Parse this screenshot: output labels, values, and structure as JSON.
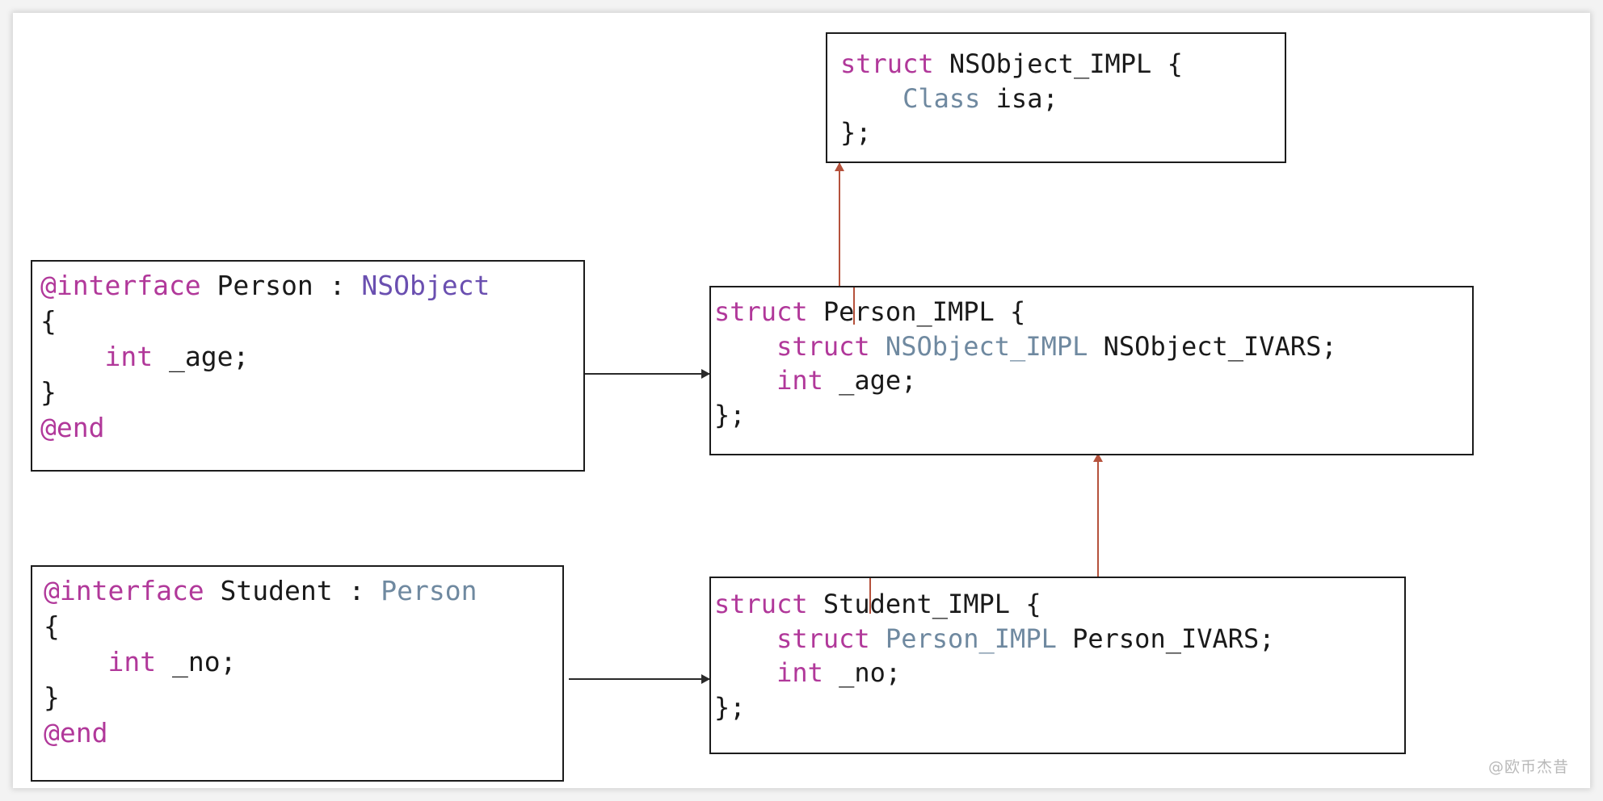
{
  "diagram": {
    "title": "Objective-C class to C struct translation diagram",
    "colors": {
      "keyword": "#b1389a",
      "identifier": "#1a1a1a",
      "type_reference": "#6f89a0",
      "class_name": "#6a4fb0",
      "box_border": "#1c1c1c",
      "inherit_arrow": "#b5523c",
      "translate_arrow": "#2a2a2a",
      "page_background": "#ffffff",
      "watermark": "#b9b9b9"
    },
    "boxes": [
      {
        "id": "nsobject-impl",
        "name": "NSObject_IMPL struct",
        "lines": [
          [
            {
              "t": "struct",
              "c": "kw"
            },
            {
              "t": " NSObject_IMPL {",
              "c": "id"
            }
          ],
          [
            {
              "t": "    ",
              "c": "id"
            },
            {
              "t": "Class",
              "c": "typ"
            },
            {
              "t": " isa;",
              "c": "id"
            }
          ],
          [
            {
              "t": "};",
              "c": "id"
            }
          ]
        ]
      },
      {
        "id": "person-interface",
        "name": "Person @interface",
        "lines": [
          [
            {
              "t": "@interface",
              "c": "kw"
            },
            {
              "t": " Person : ",
              "c": "id"
            },
            {
              "t": "NSObject",
              "c": "cls"
            }
          ],
          [
            {
              "t": "{",
              "c": "id"
            }
          ],
          [
            {
              "t": "    ",
              "c": "id"
            },
            {
              "t": "int",
              "c": "kw"
            },
            {
              "t": " _age;",
              "c": "id"
            }
          ],
          [
            {
              "t": "}",
              "c": "id"
            }
          ],
          [
            {
              "t": "@end",
              "c": "kw"
            }
          ]
        ]
      },
      {
        "id": "person-impl",
        "name": "Person_IMPL struct",
        "lines": [
          [
            {
              "t": "struct",
              "c": "kw"
            },
            {
              "t": " Person_IMPL {",
              "c": "id"
            }
          ],
          [
            {
              "t": "    ",
              "c": "id"
            },
            {
              "t": "struct",
              "c": "kw"
            },
            {
              "t": " ",
              "c": "id"
            },
            {
              "t": "NSObject_IMPL",
              "c": "typ"
            },
            {
              "t": " NSObject_IVARS;",
              "c": "id"
            }
          ],
          [
            {
              "t": "    ",
              "c": "id"
            },
            {
              "t": "int",
              "c": "kw"
            },
            {
              "t": " _age;",
              "c": "id"
            }
          ],
          [
            {
              "t": "};",
              "c": "id"
            }
          ]
        ]
      },
      {
        "id": "student-interface",
        "name": "Student @interface",
        "lines": [
          [
            {
              "t": "@interface",
              "c": "kw"
            },
            {
              "t": " Student : ",
              "c": "id"
            },
            {
              "t": "Person",
              "c": "typ"
            }
          ],
          [
            {
              "t": "{",
              "c": "id"
            }
          ],
          [
            {
              "t": "    ",
              "c": "id"
            },
            {
              "t": "int",
              "c": "kw"
            },
            {
              "t": " _no;",
              "c": "id"
            }
          ],
          [
            {
              "t": "}",
              "c": "id"
            }
          ],
          [
            {
              "t": "@end",
              "c": "kw"
            }
          ]
        ]
      },
      {
        "id": "student-impl",
        "name": "Student_IMPL struct",
        "lines": [
          [
            {
              "t": "struct",
              "c": "kw"
            },
            {
              "t": " Student_IMPL {",
              "c": "id"
            }
          ],
          [
            {
              "t": "    ",
              "c": "id"
            },
            {
              "t": "struct",
              "c": "kw"
            },
            {
              "t": " ",
              "c": "id"
            },
            {
              "t": "Person_IMPL",
              "c": "typ"
            },
            {
              "t": " Person_IVARS;",
              "c": "id"
            }
          ],
          [
            {
              "t": "    ",
              "c": "id"
            },
            {
              "t": "int",
              "c": "kw"
            },
            {
              "t": " _no;",
              "c": "id"
            }
          ],
          [
            {
              "t": "};",
              "c": "id"
            }
          ]
        ]
      }
    ],
    "connectors": [
      {
        "id": "person-to-impl",
        "name": "person-interface-to-person-impl-arrow",
        "kind": "horizontal"
      },
      {
        "id": "student-to-impl",
        "name": "student-interface-to-student-impl-arrow",
        "kind": "horizontal"
      },
      {
        "id": "person-impl-to-nsobject-impl",
        "name": "person-impl-to-nsobject-impl-arrow",
        "kind": "vertical"
      },
      {
        "id": "student-impl-to-person-impl",
        "name": "student-impl-to-person-impl-arrow",
        "kind": "vertical"
      }
    ],
    "watermark": "@欧币杰昔"
  }
}
